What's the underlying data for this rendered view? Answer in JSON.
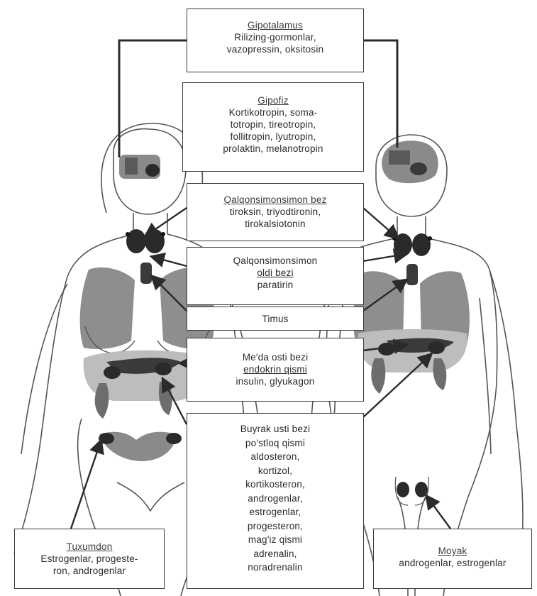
{
  "hypothalamus": {
    "title": "Gipotalamus",
    "lines": [
      "Rilizing-gormonlar,",
      "vazopressin, oksitosin"
    ]
  },
  "pituitary": {
    "title": "Gipofiz",
    "lines": [
      "Kortikotropin, soma-",
      "totropin, tireotropin,",
      "follitropin, lyutropin,",
      "prolaktin, melanotropin"
    ]
  },
  "thyroid": {
    "title": "Qalqonsimonsimon bez",
    "lines": [
      "tiroksin, triyodtironin,",
      "tirokalsiotonin"
    ]
  },
  "parathyroid": {
    "line1": "Qalqonsimonsimon",
    "line2": "oldi bezi",
    "line3": "paratirin"
  },
  "thymus": {
    "title": "Timus"
  },
  "pancreas": {
    "line1": "Me'da osti bezi",
    "line2": "endokrin qismi",
    "line3": "insulin, glyukagon"
  },
  "adrenal": {
    "lines": [
      "Buyrak usti bezi",
      "po'stloq qismi",
      "aldosteron,",
      "kortizol,",
      "kortikosteron,",
      "androgenlar,",
      "estrogenlar,",
      "progesteron,",
      "mag'iz qismi",
      "adrenalin,",
      "noradrenalin"
    ]
  },
  "ovary": {
    "title": "Tuxumdon",
    "lines": [
      "Estrogenlar, progeste-",
      "ron, androgenlar"
    ]
  },
  "testis": {
    "title": "Moyak",
    "lines": [
      "androgenlar, estrogenlar"
    ]
  },
  "colors": {
    "line": "#2b2b2b",
    "organ_dark": "#2a2a2a",
    "organ_mid": "#6d6d6d",
    "organ_light": "#c9c9c9",
    "skin": "#ffffff"
  }
}
